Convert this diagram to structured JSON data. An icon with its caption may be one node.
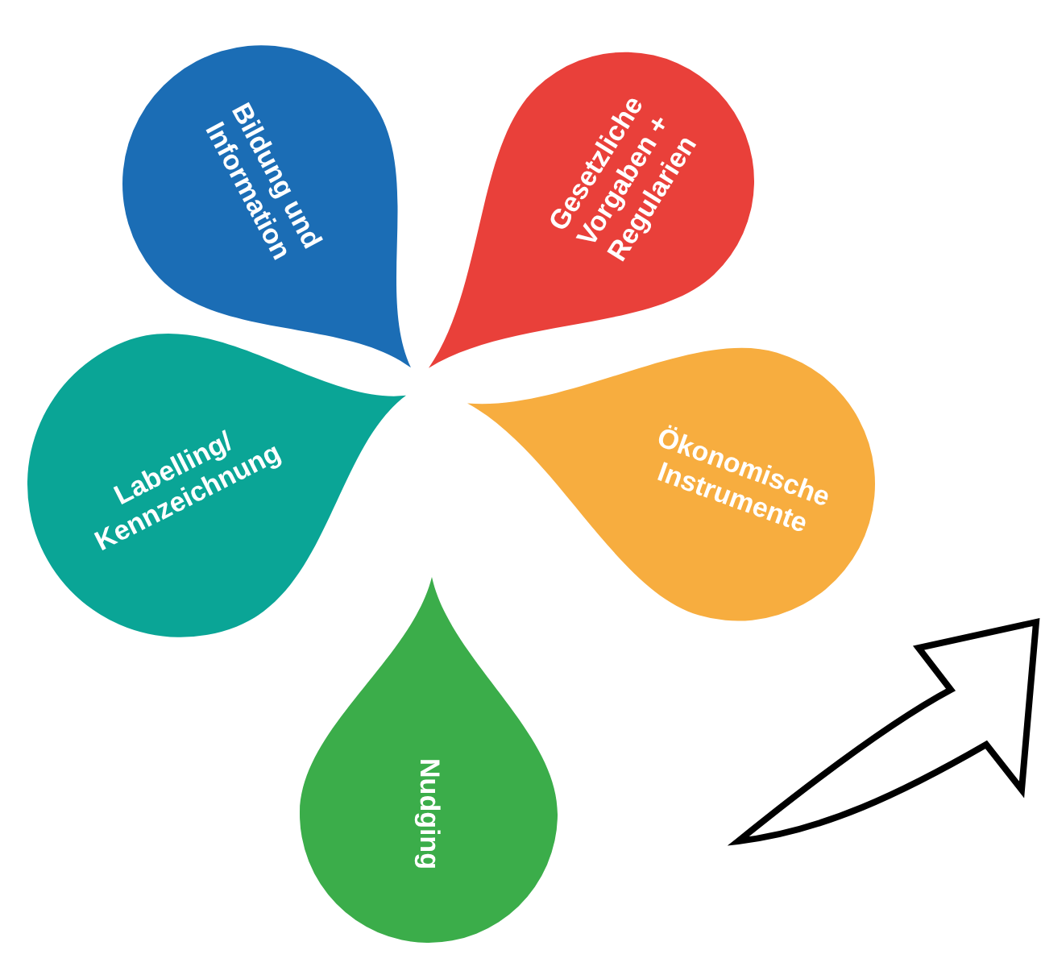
{
  "diagram": {
    "nodes": [
      {
        "text": [
          "Bildung und Information"
        ]
      },
      {
        "text": [
          "Gesetzliche Vorgaben + Regularien"
        ]
      },
      {
        "text": [
          "Labelling/ Kennzeichnung"
        ]
      },
      {
        "text": [
          "Ökonomische Instrumente"
        ]
      },
      {
        "text": [
          "Nudging"
        ]
      }
    ]
  }
}
